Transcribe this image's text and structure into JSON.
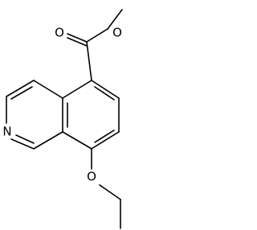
{
  "molecule": {
    "atoms": {
      "carbonyl_oxygen": "O",
      "ester_oxygen": "O",
      "ring_nitrogen": "N",
      "ether_oxygen": "O"
    }
  }
}
